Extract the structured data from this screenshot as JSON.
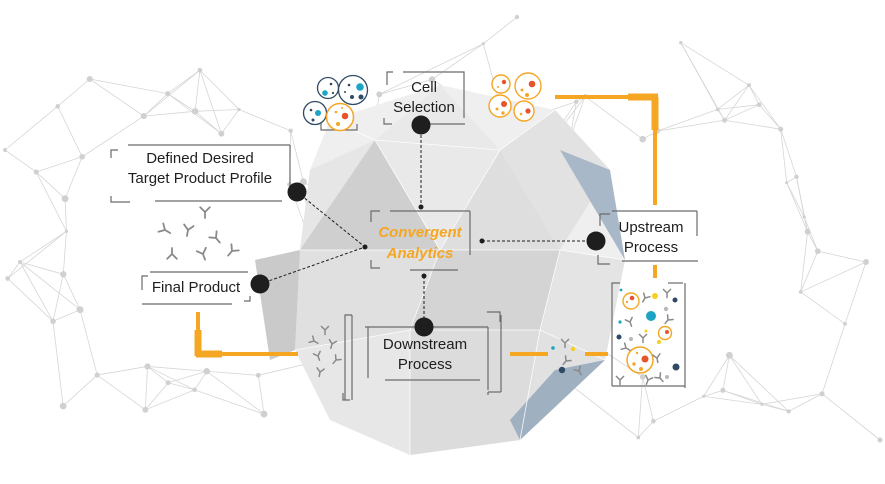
{
  "diagram": {
    "center": {
      "line1": "Convergent",
      "line2": "Analytics"
    },
    "nodes": [
      {
        "id": "cell-selection",
        "line1": "Cell",
        "line2": "Selection"
      },
      {
        "id": "target-product-profile",
        "line1": "Defined Desired",
        "line2": "Target Product Profile"
      },
      {
        "id": "upstream-process",
        "line1": "Upstream",
        "line2": "Process"
      },
      {
        "id": "final-product",
        "line1": "Final Product",
        "line2": ""
      },
      {
        "id": "downstream-process",
        "line1": "Downstream",
        "line2": "Process"
      }
    ],
    "flow": [
      "Cell Selection",
      "Upstream Process",
      "Downstream Process",
      "Final Product"
    ],
    "icons": [
      "cell-cluster-blue-icon",
      "cell-cluster-orange-icon",
      "antibody-group-icon",
      "bioreactor-mixture-icon",
      "antibody-small-group-icon"
    ]
  },
  "colors": {
    "accent": "#f5a623",
    "node": "#1e1e1e",
    "mesh": "#cfcfcf",
    "sphere": "#d9d9d9",
    "slate": "#9fb0c0",
    "cell_blue": "#2f4a66",
    "cell_teal": "#1ba4c4",
    "cell_orange": "#f5a623",
    "cell_red": "#e8542a"
  }
}
